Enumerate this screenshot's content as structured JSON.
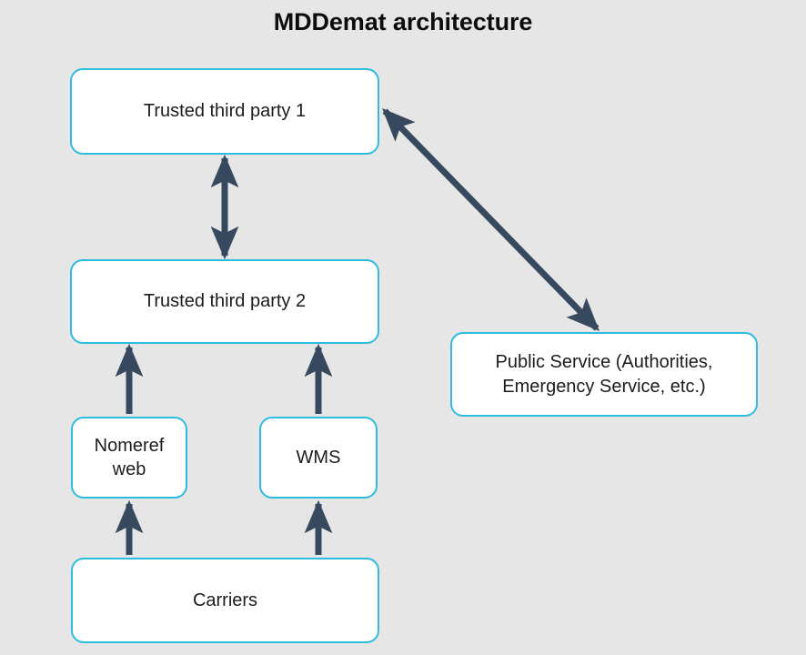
{
  "diagram": {
    "title": "MDDemat architecture",
    "background_color": "#e6e6e6",
    "node_border_color": "#2dbcde",
    "node_fill_color": "#ffffff",
    "arrow_color": "#36495e",
    "text_color": "#1c1c1c",
    "nodes": [
      {
        "id": "ttp1",
        "label": "Trusted third party 1"
      },
      {
        "id": "ttp2",
        "label": "Trusted third party 2"
      },
      {
        "id": "nomeref",
        "label": "Nomeref\nweb"
      },
      {
        "id": "wms",
        "label": "WMS"
      },
      {
        "id": "carriers",
        "label": "Carriers"
      },
      {
        "id": "public",
        "label": "Public Service (Authorities,\nEmergency Service, etc.)"
      }
    ],
    "edges": [
      {
        "id": "ttp2-ttp1",
        "from": "ttp2",
        "to": "ttp1",
        "direction": "bidirectional",
        "orientation": "vertical"
      },
      {
        "id": "ttp1-public",
        "from": "ttp1",
        "to": "public",
        "direction": "bidirectional",
        "orientation": "diagonal"
      },
      {
        "id": "nomeref-ttp2",
        "from": "nomeref",
        "to": "ttp2",
        "direction": "up",
        "orientation": "vertical"
      },
      {
        "id": "wms-ttp2",
        "from": "wms",
        "to": "ttp2",
        "direction": "up",
        "orientation": "vertical"
      },
      {
        "id": "carriers-nomeref",
        "from": "carriers",
        "to": "nomeref",
        "direction": "up",
        "orientation": "vertical"
      },
      {
        "id": "carriers-wms",
        "from": "carriers",
        "to": "wms",
        "direction": "up",
        "orientation": "vertical"
      }
    ]
  }
}
